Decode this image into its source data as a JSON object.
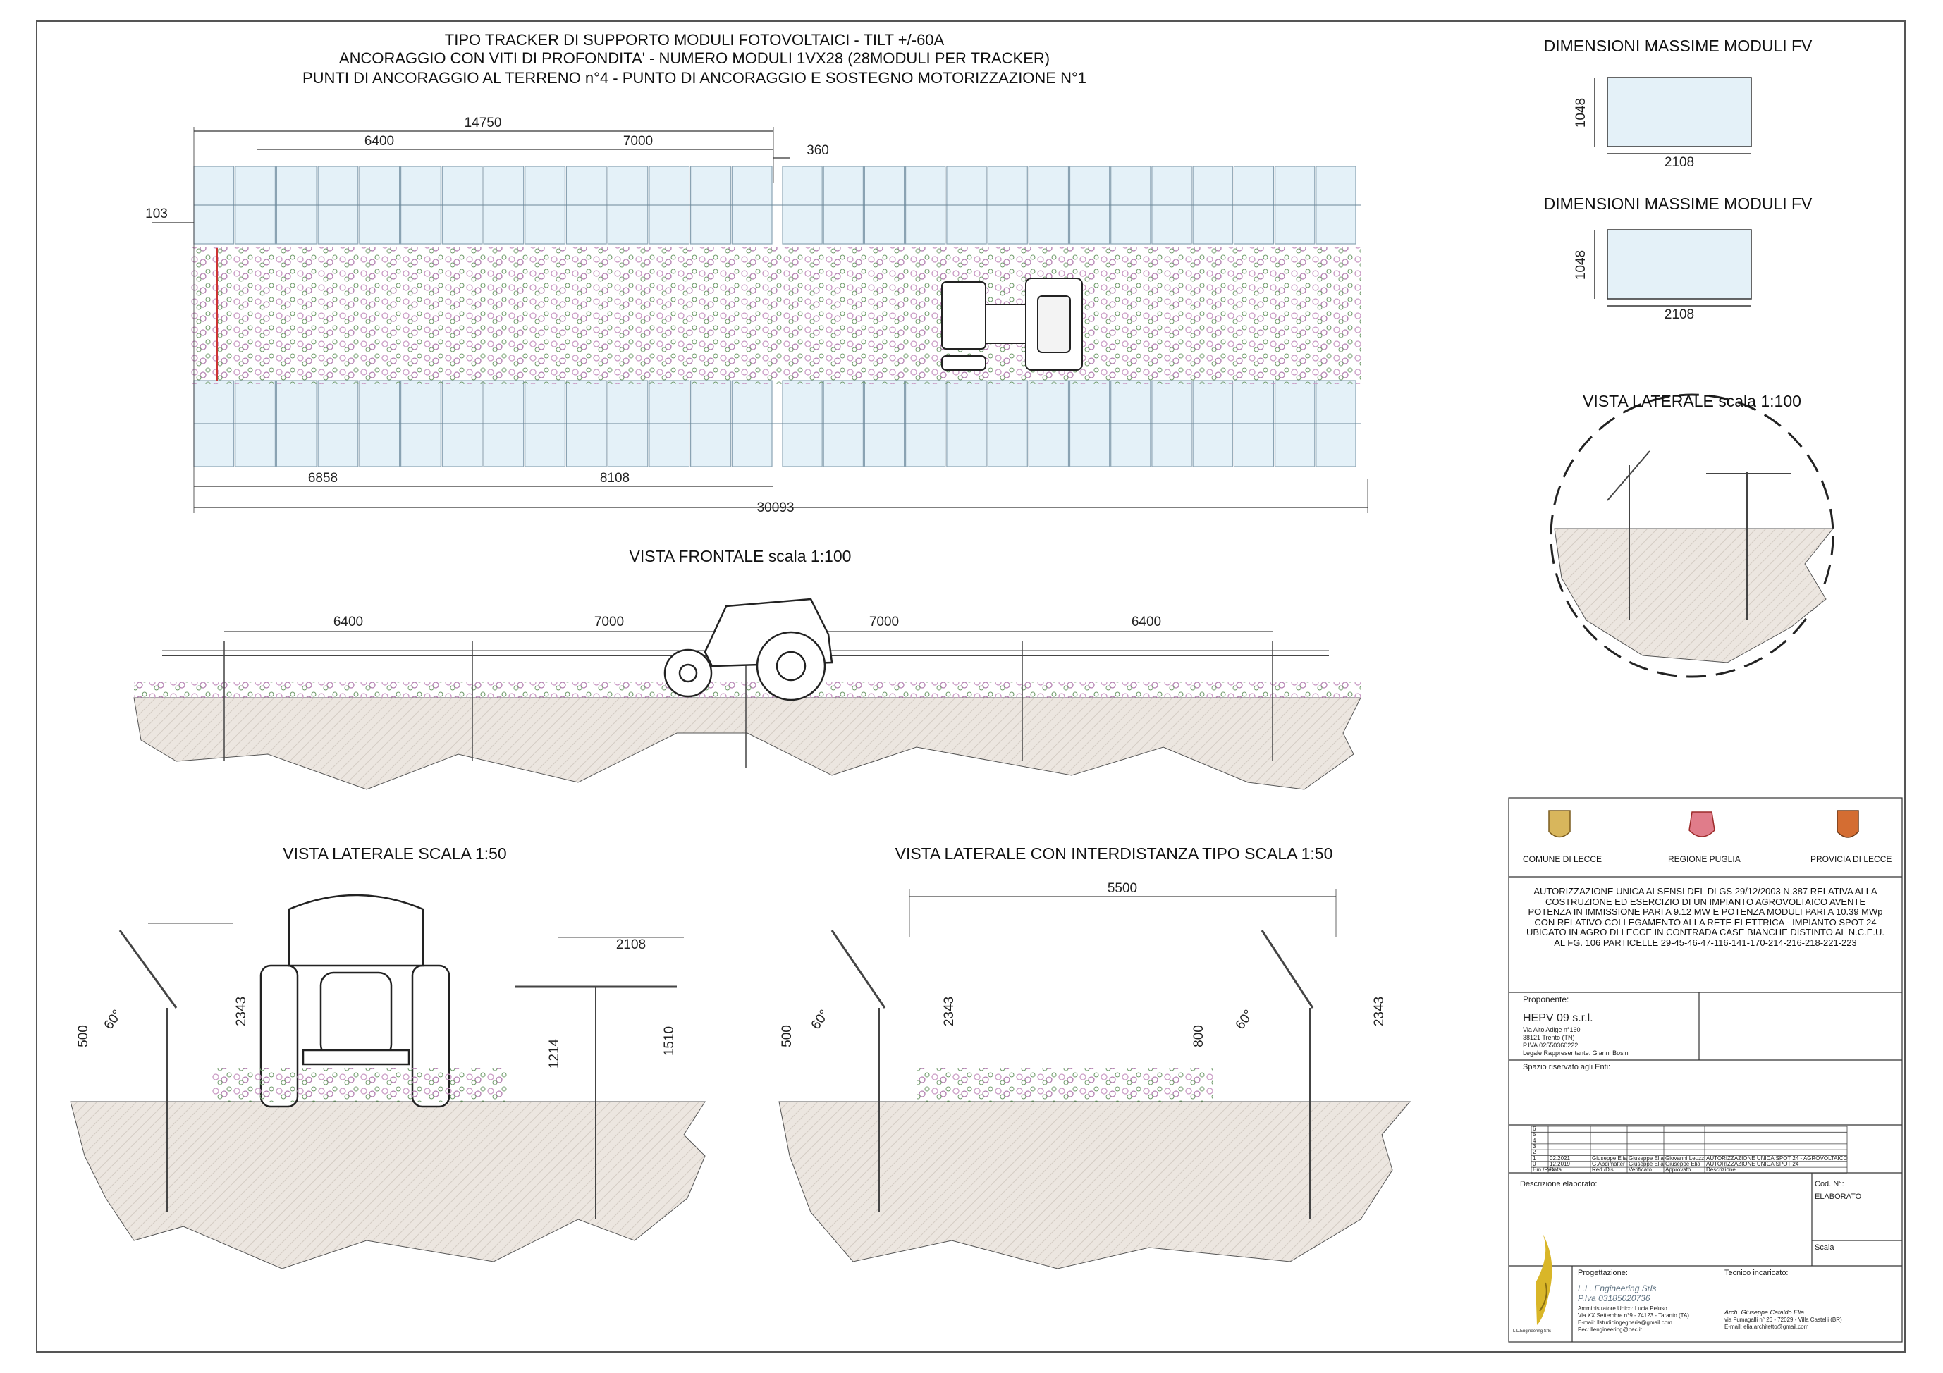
{
  "titles": {
    "main_line1": "TIPO TRACKER DI SUPPORTO MODULI FOTOVOLTAICI - TILT +/-60A",
    "main_line2": "ANCORAGGIO CON VITI DI PROFONDITA' - NUMERO MODULI 1VX28 (28MODULI PER TRACKER)",
    "main_line3": "PUNTI DI ANCORAGGIO AL TERRENO n°4 - PUNTO DI ANCORAGGIO E SOSTEGNO MOTORIZZAZIONE N°1",
    "module_dims_1": "DIMENSIONI MASSIME MODULI FV",
    "module_dims_2": "DIMENSIONI MASSIME MODULI FV",
    "side_view_100": "VISTA LATERALE scala 1:100",
    "front_view": "VISTA FRONTALE scala 1:100",
    "side_view_50": "VISTA LATERALE SCALA 1:50",
    "side_view_spacing": "VISTA LATERALE CON INTERDISTANZA TIPO SCALA 1:50"
  },
  "dimensions": {
    "plan_total_top": "14750",
    "plan_6400": "6400",
    "plan_7000": "7000",
    "plan_360": "360",
    "plan_103": "103",
    "plan_6858": "6858",
    "plan_8108": "8108",
    "plan_30093": "30093",
    "module_h_1": "1048",
    "module_w_1": "2108",
    "module_h_2": "1048",
    "module_w_2": "2108",
    "front_6400_a": "6400",
    "front_7000_a": "7000",
    "front_7000_b": "7000",
    "front_6400_b": "6400",
    "s50_2108": "2108",
    "s50_500": "500",
    "s50_60": "60°",
    "s50_2343": "2343",
    "s50_1214": "1214",
    "s50_1510": "1510",
    "sp_5500": "5500",
    "sp_500": "500",
    "sp_60a": "60°",
    "sp_2343a": "2343",
    "sp_800": "800",
    "sp_60b": "60°",
    "sp_2343b": "2343"
  },
  "title_block": {
    "logo_1_label": "COMUNE DI LECCE",
    "logo_2_label": "REGIONE PUGLIA",
    "logo_3_label": "PROVICIA DI LECCE",
    "description": "AUTORIZZAZIONE UNICA AI SENSI DEL DLGS 29/12/2003 N.387 RELATIVA ALLA COSTRUZIONE ED ESERCIZIO DI UN IMPIANTO AGROVOLTAICO AVENTE POTENZA IN IMMISSIONE PARI A 9.12 MW E POTENZA MODULI PARI A 10.39 MWp CON RELATIVO COLLEGAMENTO ALLA RETE ELETTRICA - IMPIANTO SPOT 24 UBICATO IN AGRO DI LECCE IN CONTRADA CASE BIANCHE DISTINTO AL N.C.E.U. AL FG. 106 PARTICELLE 29-45-46-47-116-141-170-214-216-218-221-223",
    "proponente_label": "Proponente:",
    "proponente_name": "HEPV 09 s.r.l.",
    "proponente_addr1": "Via Alto Adige n°160",
    "proponente_addr2": "38121 Trento (TN)",
    "proponente_piva": "P.IVA 02550360222",
    "proponente_legal": "Legale Rappresentante: Gianni Bosin",
    "enti_label": "Spazio riservato agli Enti:",
    "rev_rows": [
      {
        "n": "6",
        "date": "",
        "red": "",
        "ver": "",
        "app": "",
        "desc": ""
      },
      {
        "n": "5",
        "date": "",
        "red": "",
        "ver": "",
        "app": "",
        "desc": ""
      },
      {
        "n": "4",
        "date": "",
        "red": "",
        "ver": "",
        "app": "",
        "desc": ""
      },
      {
        "n": "3",
        "date": "",
        "red": "",
        "ver": "",
        "app": "",
        "desc": ""
      },
      {
        "n": "2",
        "date": "",
        "red": "",
        "ver": "",
        "app": "",
        "desc": ""
      },
      {
        "n": "1",
        "date": "02.2021",
        "red": "Giuseppe Elia",
        "ver": "Giuseppe Elia",
        "app": "Giovanni Leuzzi",
        "desc": "AUTORIZZAZIONE UNICA SPOT 24 - AGROVOLTAICO"
      },
      {
        "n": "0",
        "date": "12.2019",
        "red": "G.Abdimalter",
        "ver": "Giuseppe Elia",
        "app": "Giuseppe Elia",
        "desc": "AUTORIZZAZIONE UNICA SPOT 24"
      }
    ],
    "rev_header": {
      "n": "Em./Rev.",
      "date": "Data",
      "red": "Red./Dis.",
      "ver": "Verificato",
      "app": "Approvato",
      "desc": "Descrizione"
    },
    "descr_label": "Descrizione elaborato:",
    "cod_label": "Cod. N°:",
    "elaborato": "ELABORATO",
    "scala_label": "Scala",
    "progettazione_label": "Progettazione:",
    "prog_name": "L.L. Engineering Srls",
    "prog_piva": "P.Iva 03185020736",
    "prog_admin": "Amministratore Unico: Lucia Peluso",
    "prog_addr": "Via XX Settembre n°9 - 74123 - Taranto (TA)",
    "prog_email": "E-mail: llstudioingegneria@gmail.com",
    "prog_pec": "Pec: llengineering@pec.it",
    "prog_logo_text": "L.L.Engineering Srls",
    "tecnico_label": "Tecnico incaricato:",
    "tec_name": "Arch. Giuseppe Cataldo Elia",
    "tec_addr": "via Fumagalli n° 26 - 72029 - Villa Castelli (BR)",
    "tec_email": "E-mail: elia.architetto@gmail.com"
  },
  "colors": {
    "module_fill": "#e4f1f8",
    "module_stroke": "#8aa3b3",
    "ground_fill": "#ece6e0",
    "vegetation": "#c99ac4",
    "line": "#333333"
  }
}
